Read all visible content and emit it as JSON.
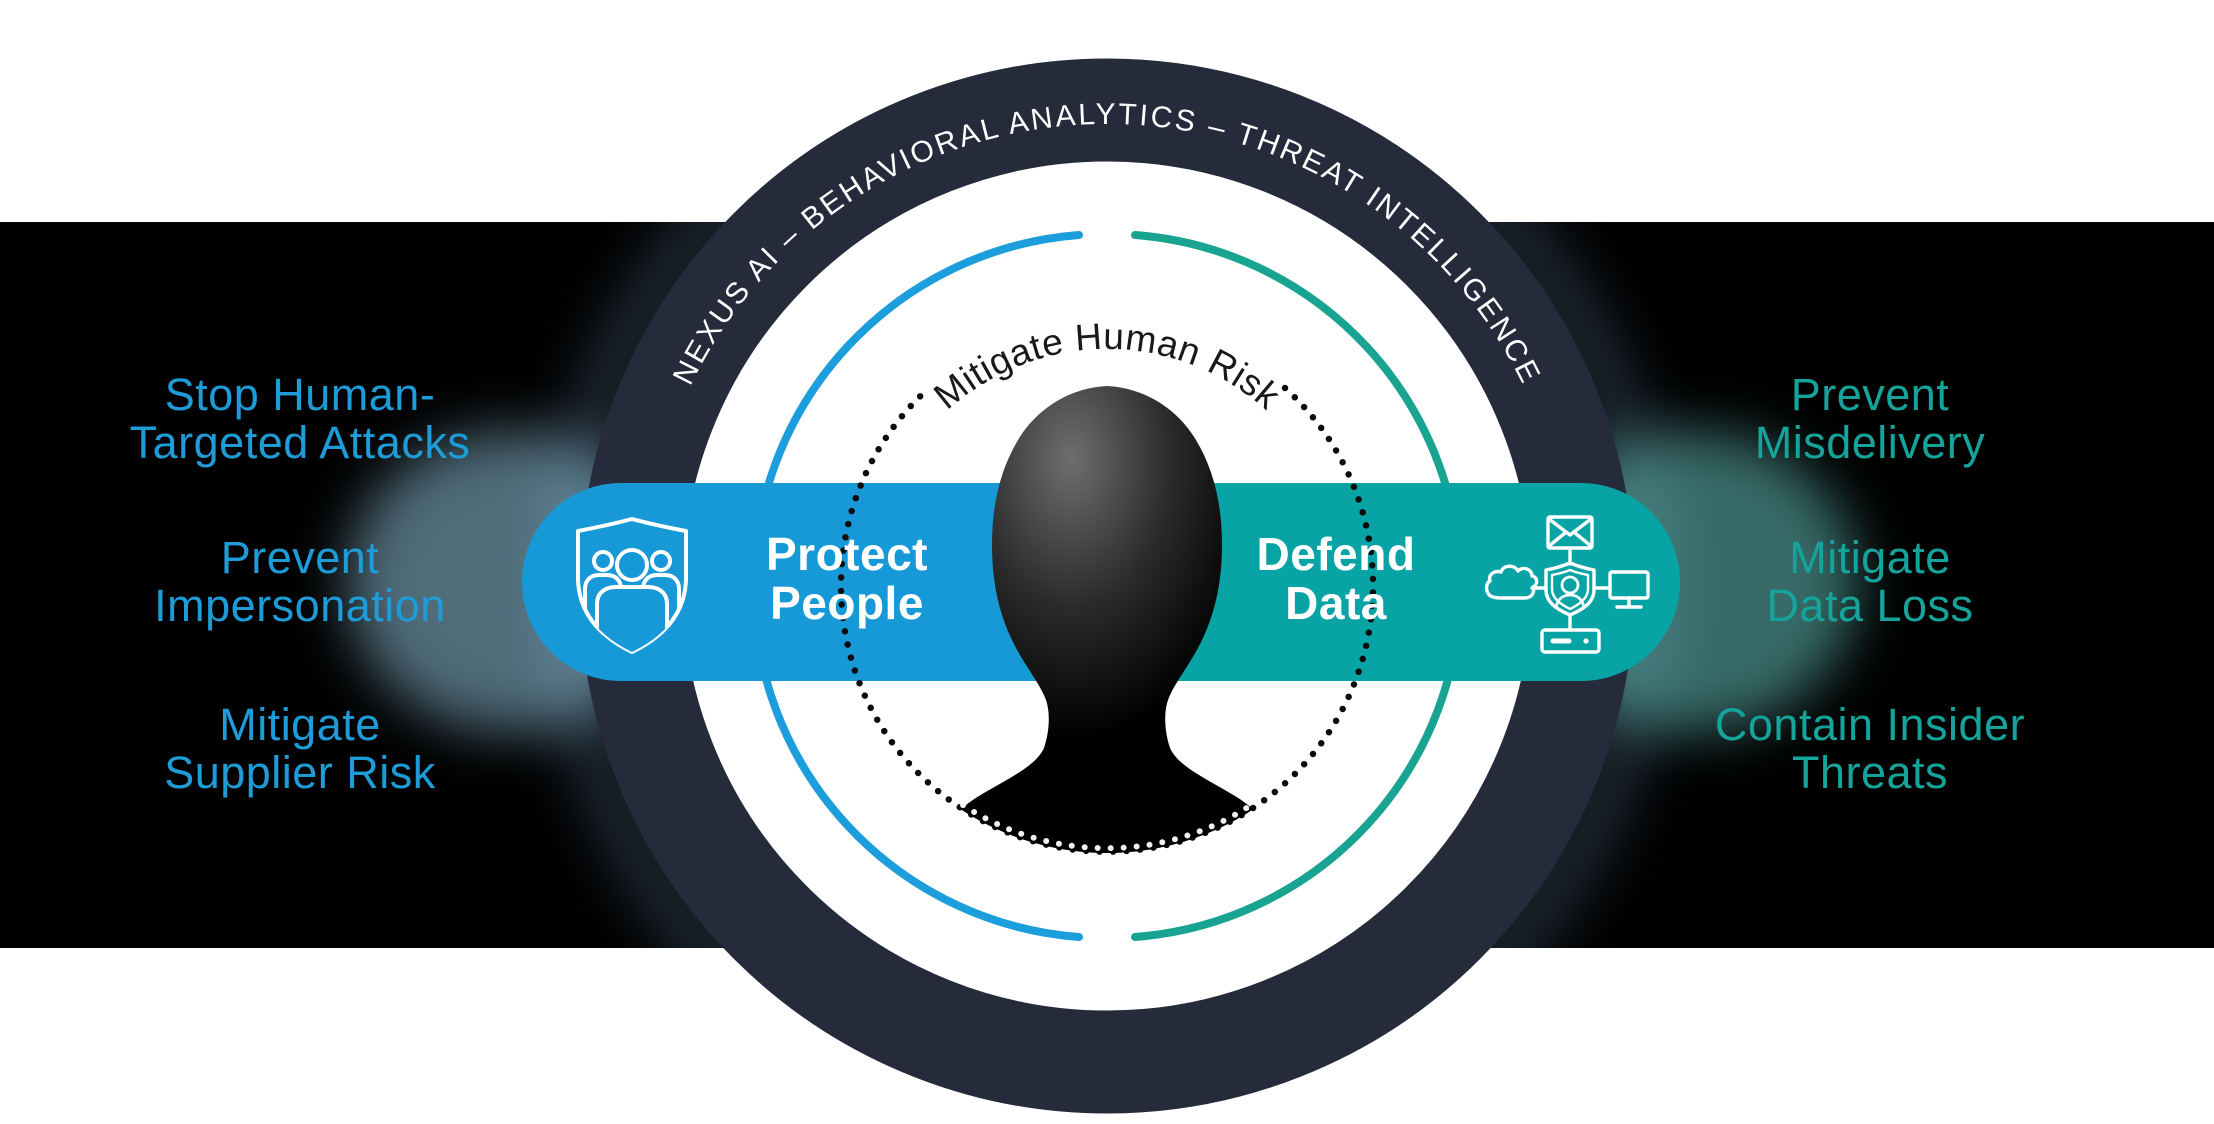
{
  "diagram": {
    "ring_label": "NEXUS AI – BEHAVIORAL ANALYTICS – THREAT INTELLIGENCE",
    "center_label": "Mitigate Human Risk",
    "pill_left": {
      "line1": "Protect",
      "line2": "People"
    },
    "pill_right": {
      "line1": "Defend",
      "line2": "Data"
    },
    "left_benefits": [
      {
        "line1": "Stop Human-",
        "line2": "Targeted Attacks"
      },
      {
        "line1": "Prevent",
        "line2": "Impersonation"
      },
      {
        "line1": "Mitigate",
        "line2": "Supplier Risk"
      }
    ],
    "right_benefits": [
      {
        "line1": "Prevent",
        "line2": "Misdelivery"
      },
      {
        "line1": "Mitigate",
        "line2": "Data Loss"
      },
      {
        "line1": "Contain Insider",
        "line2": "Threats"
      }
    ],
    "icons": {
      "left_pill": "people-shield-icon",
      "right_pill": "data-network-icon",
      "right_pill_parts": [
        "envelope-icon",
        "cloud-icon",
        "monitor-icon",
        "server-icon",
        "user-shield-icon"
      ]
    },
    "colors": {
      "ring_dark": "#262B3B",
      "pill_blue": "#1799D7",
      "pill_teal": "#07A3A5",
      "arc_blue": "#1C9EDC",
      "arc_teal": "#18A491",
      "benefit_blue": "#1E9CD8",
      "benefit_teal": "#14A49C",
      "band_black": "#000000",
      "center_text": "#191919",
      "ring_text": "#FFFFFF"
    }
  }
}
